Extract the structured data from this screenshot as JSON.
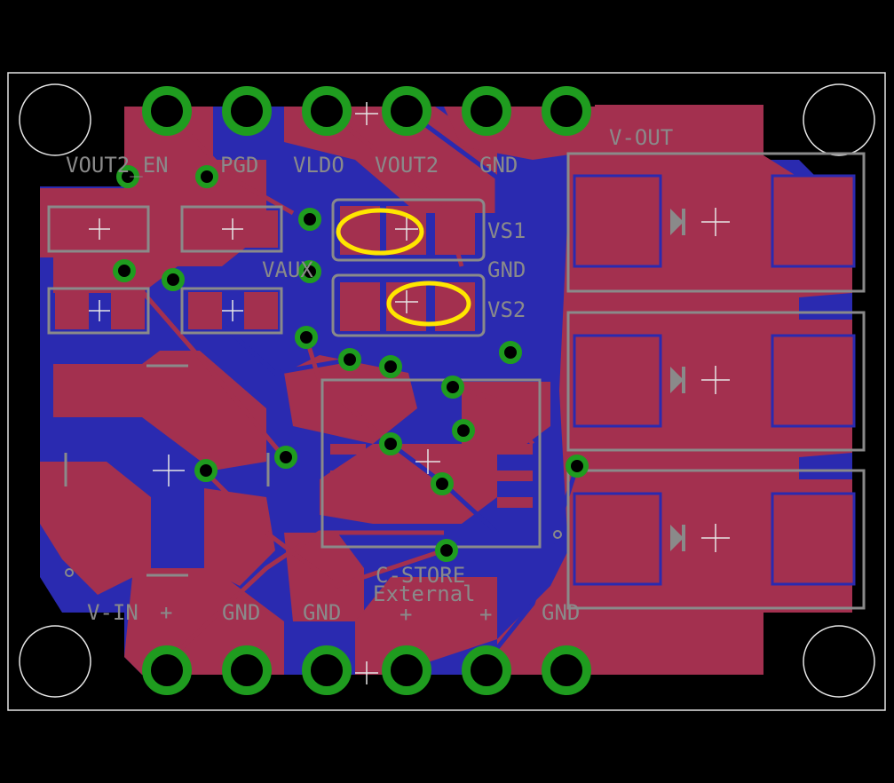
{
  "colors": {
    "background": "#000000",
    "top_copper": "#a3304f",
    "bottom_copper": "#2a2ab0",
    "pad": "#1f9c1f",
    "silkscreen": "#8a8a8a",
    "outline": "#e6e6e6",
    "highlight": "#ffe600"
  },
  "labels": {
    "vout2_en": "VOUT2_EN",
    "pgd": "PGD",
    "vldo": "VLDO",
    "vout2": "VOUT2",
    "gnd_top": "GND",
    "v_out": "V-OUT",
    "vs1": "VS1",
    "gnd_mid": "GND",
    "vs2": "VS2",
    "vaux": "VAUX",
    "c_store": "C-STORE",
    "external": "External",
    "v_in": "V-IN",
    "plus_vin": "+",
    "gnd_b1": "GND",
    "gnd_b2": "GND",
    "plus_b1": "+",
    "plus_b2": "+",
    "gnd_b3": "GND"
  }
}
